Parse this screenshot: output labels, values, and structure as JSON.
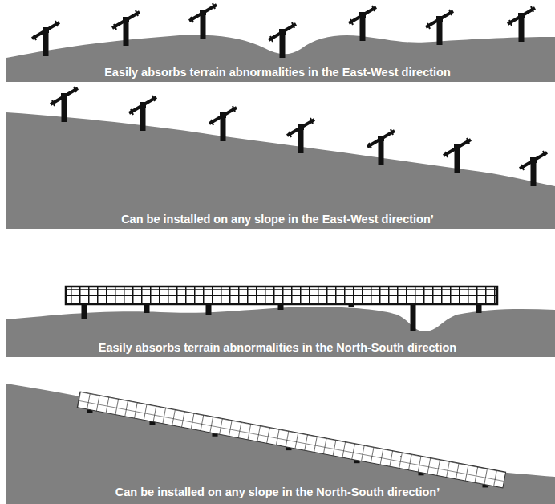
{
  "diagram": {
    "labels": [
      "Easily absorbs terrain abnormalities in the East-West direction",
      "Can be installed on any slope in the East-West direction’",
      "Easily absorbs terrain abnormalities in the North-South direction",
      "Can be installed on any slope in the North-South direction’"
    ]
  }
}
